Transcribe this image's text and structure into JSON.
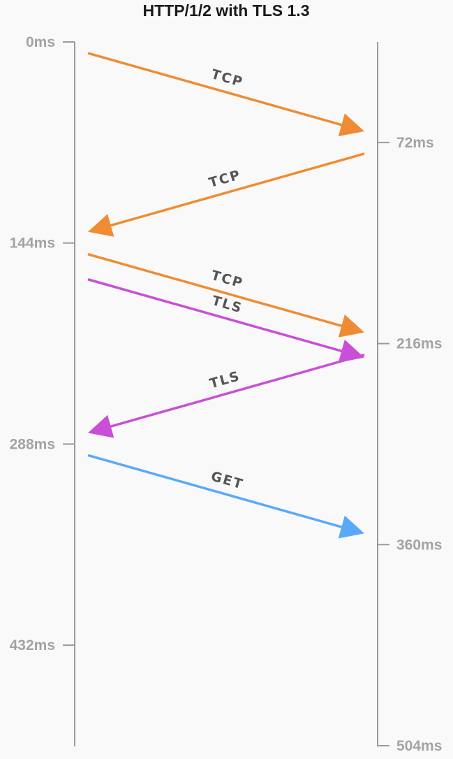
{
  "title": "HTTP/1/2 with TLS 1.3",
  "colors": {
    "tcp": "#ef8c33",
    "tls": "#c94fd6",
    "get": "#5aa9f8",
    "axis": "#9a9a9a",
    "tick_text": "#a3a3a3",
    "background": "#f9f9f9"
  },
  "left_ticks": [
    {
      "label": "0ms",
      "value": 0
    },
    {
      "label": "144ms",
      "value": 144
    },
    {
      "label": "288ms",
      "value": 288
    },
    {
      "label": "432ms",
      "value": 432
    }
  ],
  "right_ticks": [
    {
      "label": "72ms",
      "value": 72
    },
    {
      "label": "216ms",
      "value": 216
    },
    {
      "label": "360ms",
      "value": 360
    },
    {
      "label": "504ms",
      "value": 504
    }
  ],
  "messages": [
    {
      "label": "TCP",
      "protocol": "tcp",
      "direction": "client-to-server",
      "send_ms": 0,
      "arrive_ms": 72
    },
    {
      "label": "TCP",
      "protocol": "tcp",
      "direction": "server-to-client",
      "send_ms": 72,
      "arrive_ms": 144
    },
    {
      "label": "TCP",
      "protocol": "tcp",
      "direction": "client-to-server",
      "send_ms": 144,
      "arrive_ms": 216
    },
    {
      "label": "TLS",
      "protocol": "tls",
      "direction": "client-to-server",
      "send_ms": 144,
      "arrive_ms": 216
    },
    {
      "label": "TLS",
      "protocol": "tls",
      "direction": "server-to-client",
      "send_ms": 216,
      "arrive_ms": 288
    },
    {
      "label": "GET",
      "protocol": "get",
      "direction": "client-to-server",
      "send_ms": 288,
      "arrive_ms": 360
    }
  ]
}
